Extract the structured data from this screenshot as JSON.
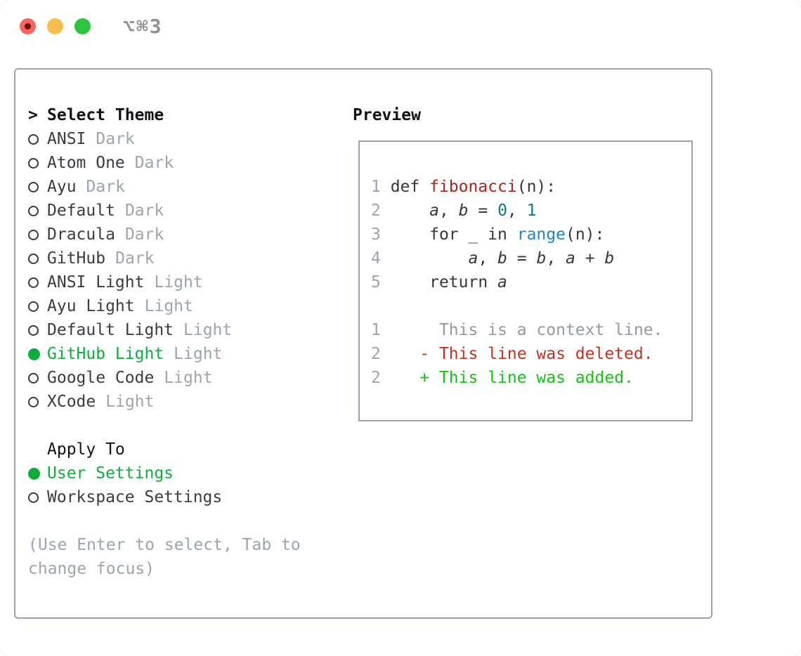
{
  "window": {
    "title": "⌥⌘3",
    "traffic_lights": [
      {
        "name": "close",
        "color": "#f4655c"
      },
      {
        "name": "minimize",
        "color": "#f6be4c"
      },
      {
        "name": "zoom",
        "color": "#2ec43e"
      }
    ]
  },
  "colors": {
    "accent_green": "#0fab3c",
    "muted_gray": "#9aa5b1",
    "border_gray": "#99a3af",
    "ink": "#10141a",
    "syntax_function_red": "#a8241c",
    "syntax_number_teal": "#0d7c80",
    "syntax_call_blue": "#1f84cc",
    "diff_deleted_red": "#c03220",
    "diff_added_green": "#16c116"
  },
  "theme_picker": {
    "prompt": ">",
    "title": "Select Theme",
    "items": [
      {
        "label": "ANSI",
        "tag": "Dark",
        "selected": false
      },
      {
        "label": "Atom One",
        "tag": "Dark",
        "selected": false
      },
      {
        "label": "Ayu",
        "tag": "Dark",
        "selected": false
      },
      {
        "label": "Default",
        "tag": "Dark",
        "selected": false
      },
      {
        "label": "Dracula",
        "tag": "Dark",
        "selected": false
      },
      {
        "label": "GitHub",
        "tag": "Dark",
        "selected": false
      },
      {
        "label": "ANSI Light",
        "tag": "Light",
        "selected": false
      },
      {
        "label": "Ayu Light",
        "tag": "Light",
        "selected": false
      },
      {
        "label": "Default Light",
        "tag": "Light",
        "selected": false
      },
      {
        "label": "GitHub Light",
        "tag": "Light",
        "selected": true
      },
      {
        "label": "Google Code",
        "tag": "Light",
        "selected": false
      },
      {
        "label": "XCode",
        "tag": "Light",
        "selected": false
      }
    ]
  },
  "apply_to": {
    "title": "Apply To",
    "options": [
      {
        "label": "User Settings",
        "selected": true
      },
      {
        "label": "Workspace Settings",
        "selected": false
      }
    ]
  },
  "footer": {
    "hint": "(Use Enter to select, Tab to change focus)"
  },
  "preview": {
    "title": "Preview",
    "lines": [
      [
        {
          "t": "1 ",
          "c": "num"
        },
        {
          "t": "def ",
          "c": "code"
        },
        {
          "t": "fibonacci",
          "c": "func"
        },
        {
          "t": "(n):",
          "c": "code"
        }
      ],
      [
        {
          "t": "2 ",
          "c": "num"
        },
        {
          "t": "    ",
          "c": "code"
        },
        {
          "t": "a",
          "c": "var"
        },
        {
          "t": ", ",
          "c": "code"
        },
        {
          "t": "b",
          "c": "var"
        },
        {
          "t": " = ",
          "c": "code"
        },
        {
          "t": "0",
          "c": "numlit"
        },
        {
          "t": ", ",
          "c": "code"
        },
        {
          "t": "1",
          "c": "numlit"
        }
      ],
      [
        {
          "t": "3 ",
          "c": "num"
        },
        {
          "t": "    for _ in ",
          "c": "code"
        },
        {
          "t": "range",
          "c": "call"
        },
        {
          "t": "(n):",
          "c": "code"
        }
      ],
      [
        {
          "t": "4 ",
          "c": "num"
        },
        {
          "t": "        ",
          "c": "code"
        },
        {
          "t": "a",
          "c": "var"
        },
        {
          "t": ", ",
          "c": "code"
        },
        {
          "t": "b",
          "c": "var"
        },
        {
          "t": " = ",
          "c": "code"
        },
        {
          "t": "b",
          "c": "var"
        },
        {
          "t": ", ",
          "c": "code"
        },
        {
          "t": "a",
          "c": "var"
        },
        {
          "t": " + ",
          "c": "code"
        },
        {
          "t": "b",
          "c": "var"
        }
      ],
      [
        {
          "t": "5 ",
          "c": "num"
        },
        {
          "t": "    return ",
          "c": "code"
        },
        {
          "t": "a",
          "c": "var"
        }
      ],
      [],
      [
        {
          "t": "1 ",
          "c": "num"
        },
        {
          "t": "     This is a context line.",
          "c": "ctx"
        }
      ],
      [
        {
          "t": "2 ",
          "c": "num"
        },
        {
          "t": "   - This line was deleted.",
          "c": "del"
        }
      ],
      [
        {
          "t": "2 ",
          "c": "num"
        },
        {
          "t": "   + This line was added.",
          "c": "add"
        }
      ]
    ]
  }
}
